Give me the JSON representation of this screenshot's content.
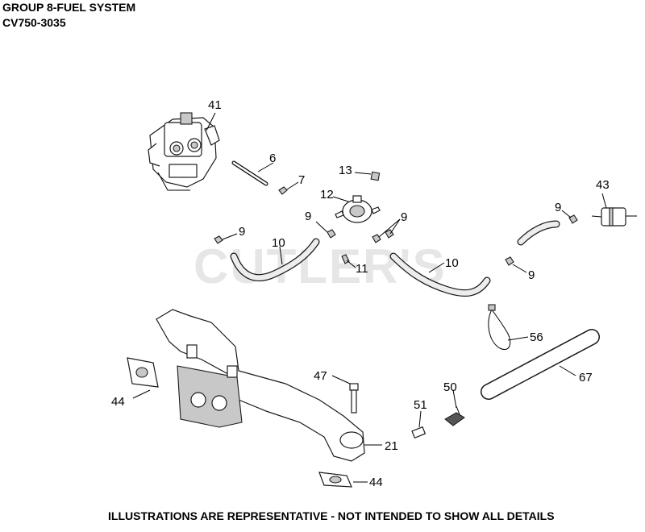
{
  "header": {
    "group_title": "GROUP 8-FUEL SYSTEM",
    "model": "CV750-3035"
  },
  "watermark": "CUTLER'S",
  "footer_note": "ILLUSTRATIONS ARE REPRESENTATIVE - NOT INTENDED TO SHOW ALL DETAILS",
  "callouts": [
    "41",
    "6",
    "7",
    "13",
    "12",
    "9",
    "9",
    "9",
    "43",
    "9",
    "10",
    "11",
    "10",
    "9",
    "56",
    "47",
    "50",
    "67",
    "44",
    "51",
    "21",
    "44"
  ]
}
